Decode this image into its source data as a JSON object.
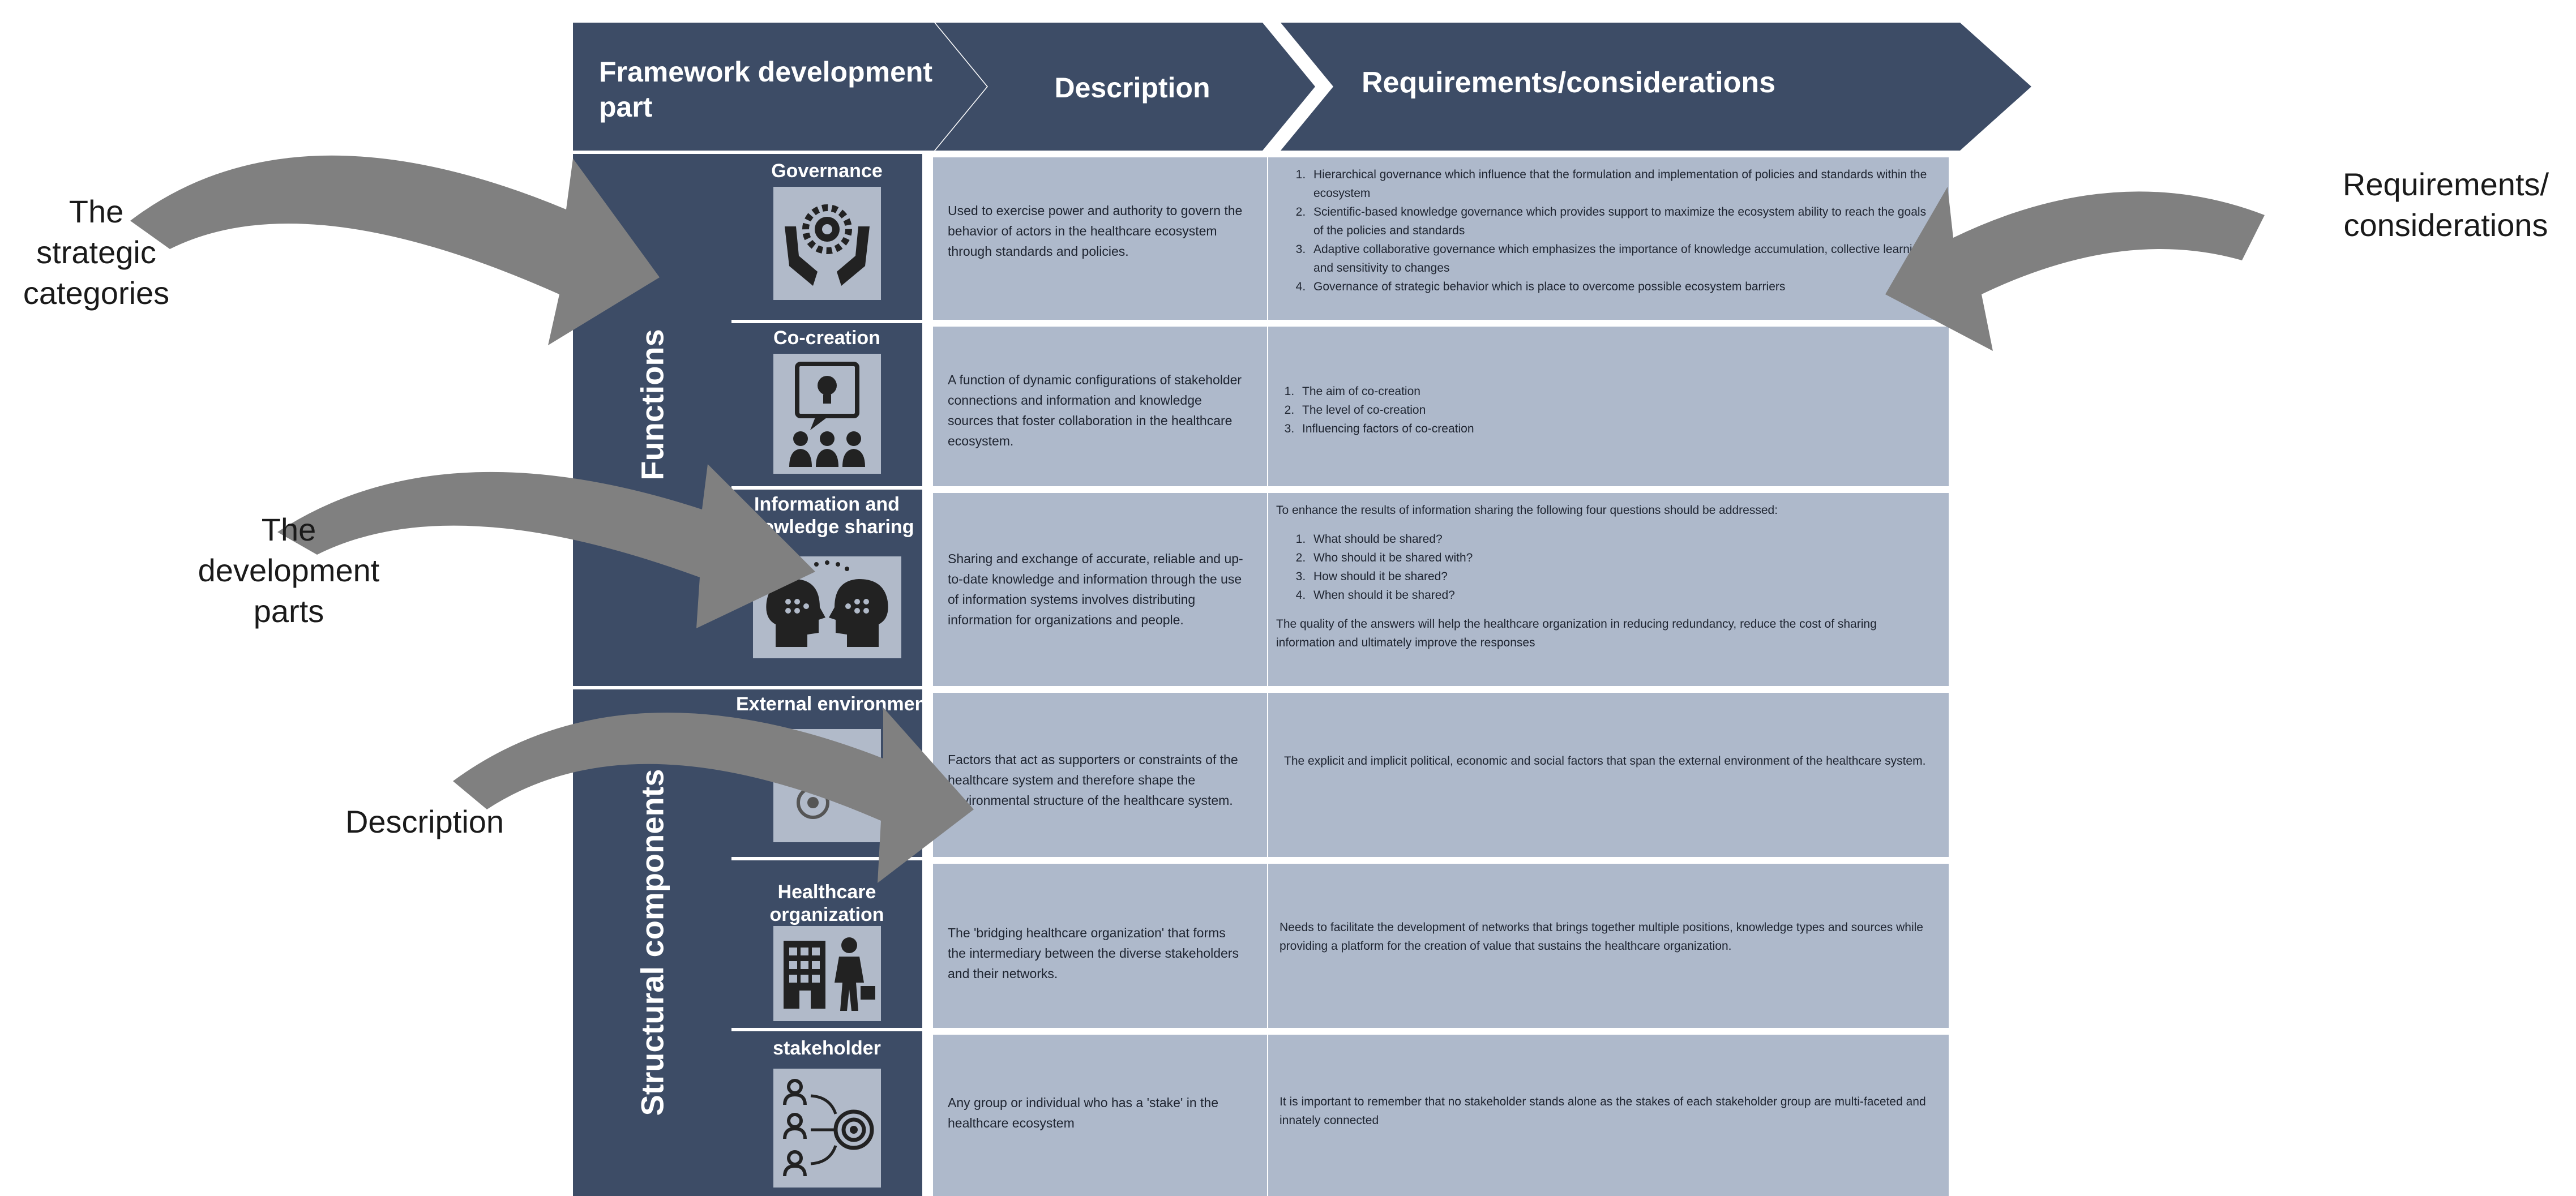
{
  "header": {
    "col1": "Framework development part",
    "col2": "Description",
    "col3": "Requirements/considerations"
  },
  "categories": {
    "functions": "Functions",
    "structural": "Structural components"
  },
  "rows": [
    {
      "title": "Governance",
      "icon": "governance-hands-gear-icon",
      "description": "Used to exercise power and authority to govern the behavior of actors in the healthcare ecosystem through standards and policies.",
      "requirements_intro": "",
      "requirements": [
        "Hierarchical governance which influence that the formulation and implementation of policies and standards within the ecosystem",
        "Scientific-based knowledge governance which provides support to maximize the ecosystem ability to reach the goals of the policies and standards",
        "Adaptive collaborative governance which emphasizes the importance of knowledge accumulation, collective learning, and sensitivity to changes",
        "Governance of strategic behavior which is place to overcome possible ecosystem barriers"
      ],
      "requirements_outro": ""
    },
    {
      "title": "Co-creation",
      "icon": "co-creation-people-lightbulb-icon",
      "description": "A function of dynamic configurations of stakeholder connections and information and knowledge sources  that foster collaboration in the healthcare ecosystem.",
      "requirements_intro": "",
      "requirements": [
        "The aim of co-creation",
        "The level of co-creation",
        "Influencing factors of co-creation"
      ],
      "requirements_outro": ""
    },
    {
      "title": "Information and knowledge sharing",
      "icon": "knowledge-sharing-heads-icon",
      "description": "Sharing and exchange of accurate, reliable and  up-to-date knowledge and information through the use of information systems involves distributing information for organizations and people.",
      "requirements_intro": "To enhance the results of information sharing the following four questions should be addressed:",
      "requirements": [
        "What should be shared?",
        "Who should it be shared with?",
        "How should it be shared?",
        "When should it be shared?"
      ],
      "requirements_outro": "The quality of the answers will help the healthcare organization in reducing redundancy, reduce the cost of sharing information and ultimately improve the responses"
    },
    {
      "title": "External environment",
      "icon": "external-environment-icon",
      "description": "Factors that act as supporters or constraints of the healthcare system and therefore shape the environmental structure of the healthcare system.",
      "requirements_intro": "The explicit and implicit political, economic and social factors that span the external environment of the healthcare system.",
      "requirements": [],
      "requirements_outro": ""
    },
    {
      "title": "Healthcare organization",
      "icon": "healthcare-organization-building-person-icon",
      "description": "The 'bridging healthcare organization' that forms the intermediary between the diverse stakeholders and their networks.",
      "requirements_intro": "Needs to facilitate the development of networks that brings together multiple positions, knowledge types and sources while providing a platform for the creation of value that sustains the healthcare organization.",
      "requirements": [],
      "requirements_outro": ""
    },
    {
      "title": "stakeholder",
      "icon": "stakeholder-target-icon",
      "description": "Any group or individual who has a 'stake' in the healthcare ecosystem",
      "requirements_intro": "It is important to remember that no stakeholder stands alone as the stakes of each stakeholder group are multi-faceted and innately connected",
      "requirements": [],
      "requirements_outro": ""
    }
  ],
  "annotations": {
    "strategic": "The strategic categories",
    "development": "The development parts",
    "description": "Description",
    "requirements": "Requirements/ considerations"
  },
  "colors": {
    "header": "#3d4c66",
    "cell": "#aeb9cb",
    "icon_bg": "#b1bac9",
    "arrow": "#808080"
  }
}
